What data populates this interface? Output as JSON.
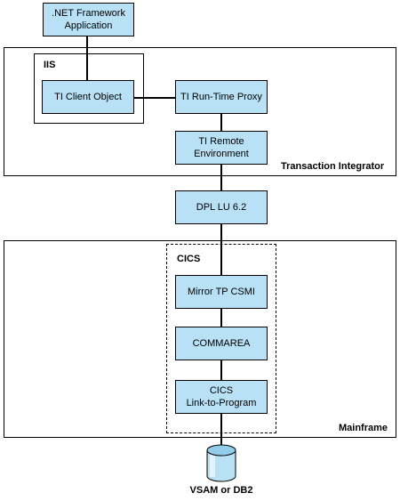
{
  "regions": {
    "transaction_integrator": "Transaction Integrator",
    "iis": "IIS",
    "mainframe": "Mainframe",
    "cics": "CICS"
  },
  "nodes": {
    "net_app": ".NET Framework\nApplication",
    "client_object": "TI Client Object",
    "runtime_proxy": "TI Run-Time Proxy",
    "remote_env": "TI Remote\nEnvironment",
    "dpl": "DPL LU 6.2",
    "mirror_tp": "Mirror TP CSMI",
    "commarea": "COMMAREA",
    "link_program": "CICS\nLink-to-Program"
  },
  "database": {
    "label": "VSAM or DB2",
    "icon": "database-cylinder-icon",
    "color": "#b9e1f5"
  },
  "colors": {
    "box_fill": "#b9e1f5",
    "border": "#000000"
  }
}
